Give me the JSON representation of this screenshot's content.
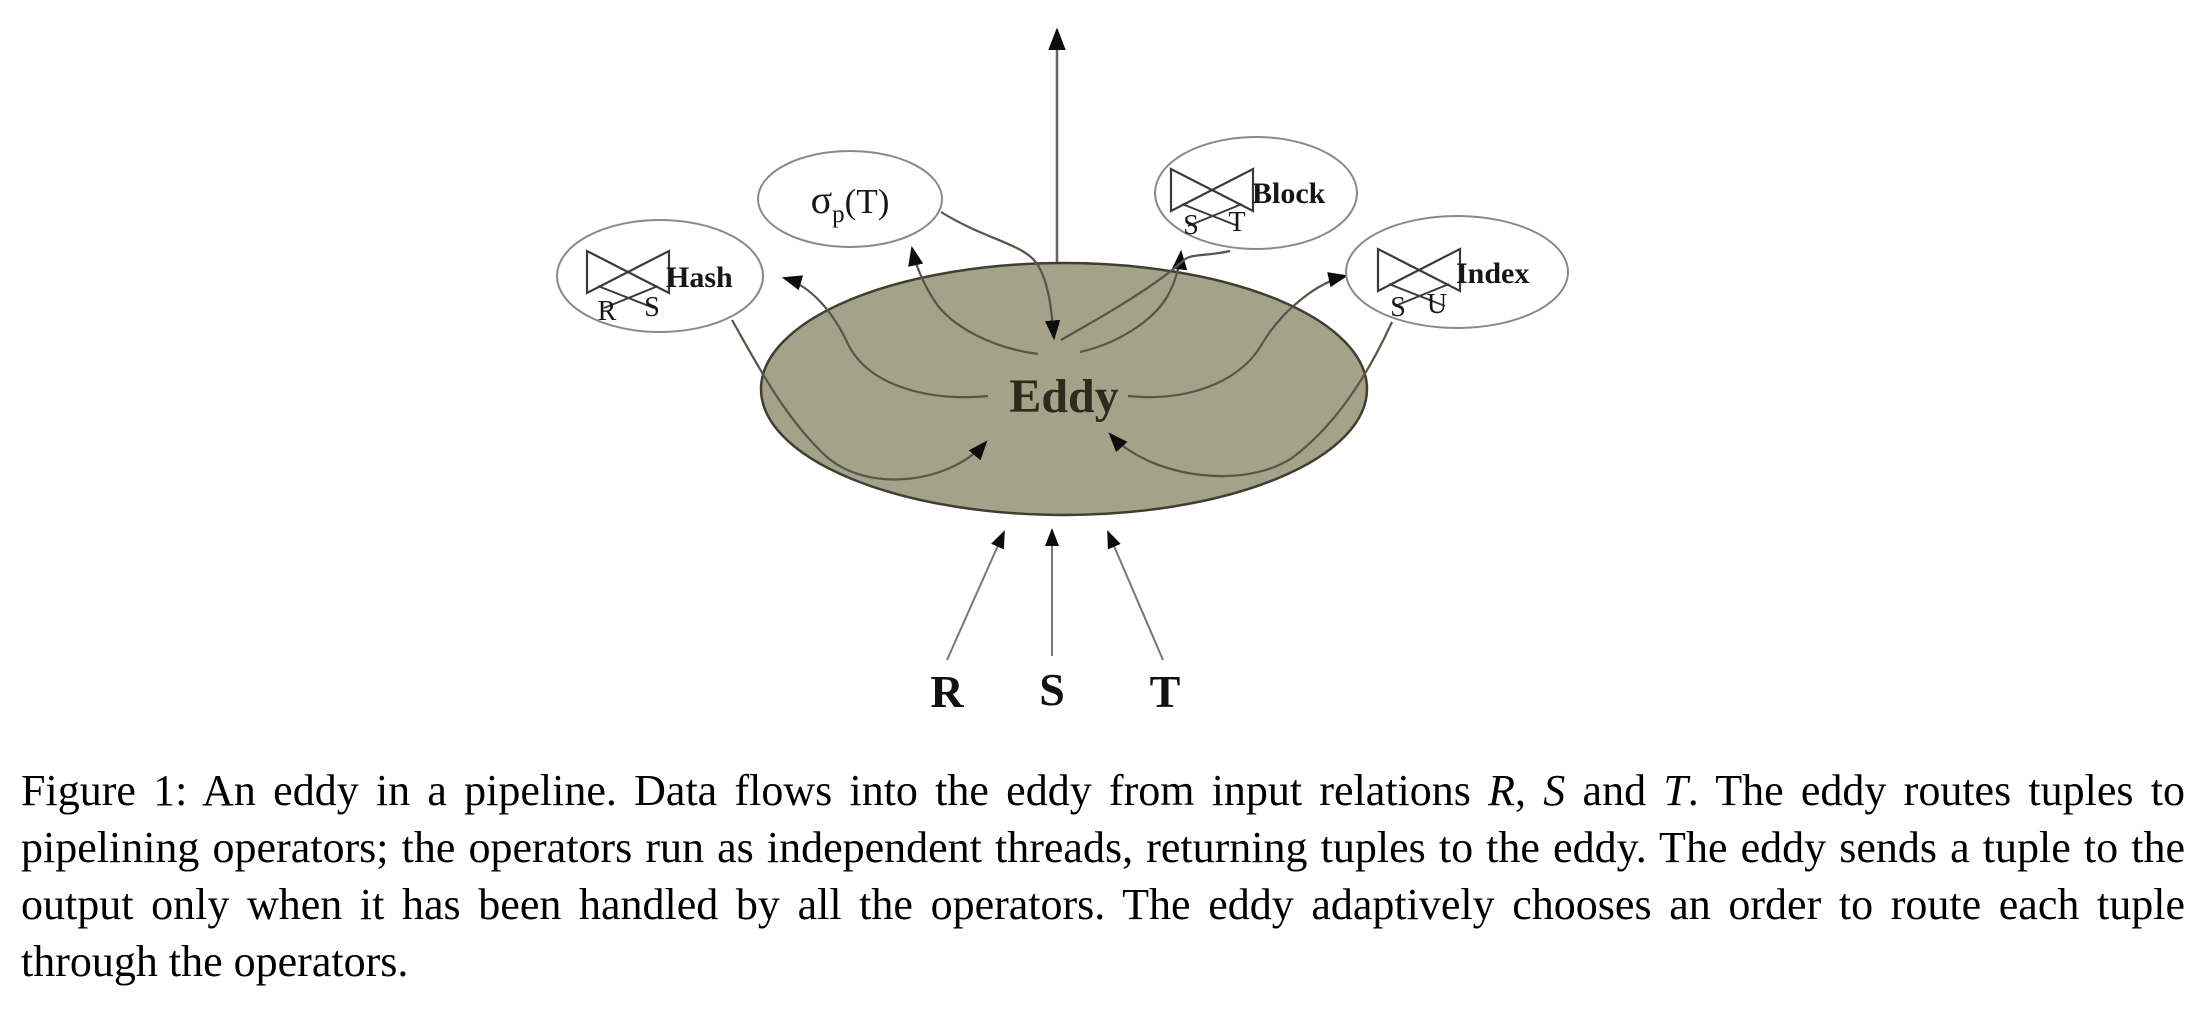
{
  "figure": {
    "eddy": {
      "label": "Eddy",
      "fill_color": "#a4a289"
    },
    "operators": {
      "hash": {
        "name": "Hash",
        "left_input": "R",
        "right_input": "S"
      },
      "selection": {
        "symbol": "σ",
        "subscript": "p",
        "argument": "(T)"
      },
      "block": {
        "name": "Block",
        "left_input": "S",
        "right_input": "T"
      },
      "index": {
        "name": "Index",
        "left_input": "S",
        "right_input": "U"
      }
    },
    "input_relations": {
      "r": "R",
      "s": "S",
      "t": "T"
    }
  },
  "caption": {
    "label": "figure-1-caption",
    "segments": {
      "s0": "Figure 1: An eddy in a pipeline. Data flows into the eddy from input relations ",
      "s1": "R",
      "s2": ", ",
      "s3": "S",
      "s4": " and ",
      "s5": "T",
      "s6": ". The eddy routes tuples to pipelining operators; the operators run as independent threads, returning tuples to the eddy. The eddy sends a tuple to the output only when it has been handled by all the operators. The eddy adaptively chooses an order to route each tuple through the operators."
    }
  }
}
